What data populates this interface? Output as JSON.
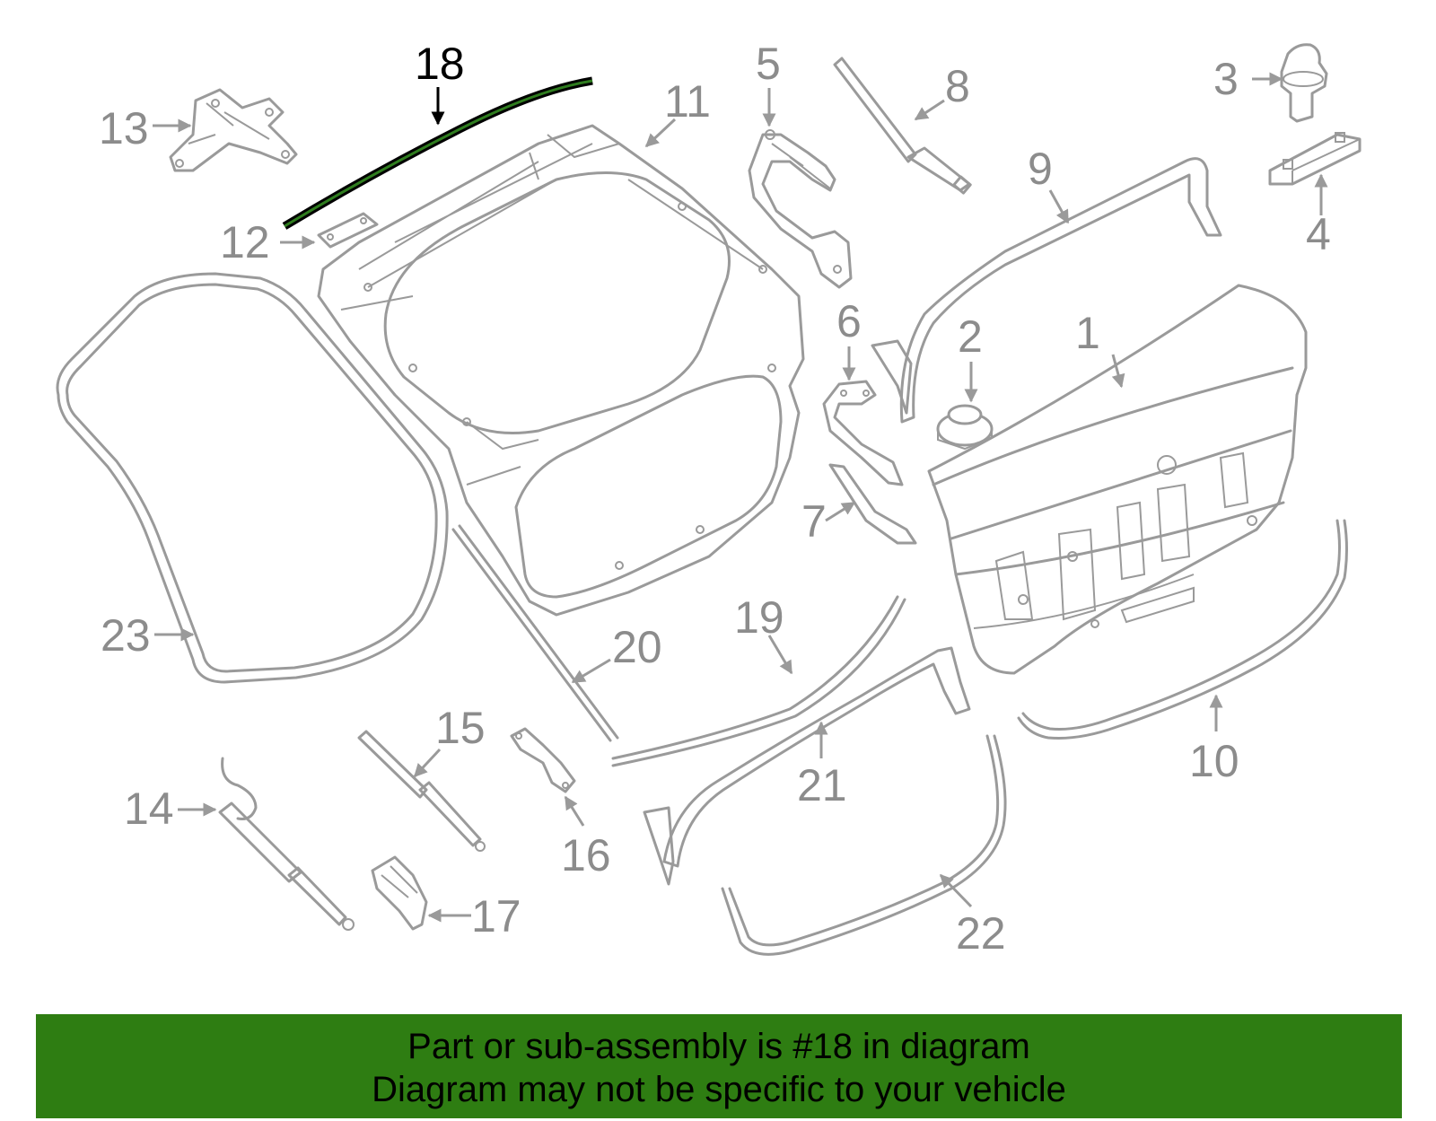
{
  "highlight_color": "#2e7d12",
  "highlighted_part": "18",
  "labels": {
    "p1": "1",
    "p2": "2",
    "p3": "3",
    "p4": "4",
    "p5": "5",
    "p6": "6",
    "p7": "7",
    "p8": "8",
    "p9": "9",
    "p10": "10",
    "p11": "11",
    "p12": "12",
    "p13": "13",
    "p14": "14",
    "p15": "15",
    "p16": "16",
    "p17": "17",
    "p18": "18",
    "p19": "19",
    "p20": "20",
    "p21": "21",
    "p22": "22",
    "p23": "23"
  },
  "banner": {
    "line1": "Part or sub-assembly is #18 in diagram",
    "line2": "Diagram may not be specific to your vehicle"
  }
}
